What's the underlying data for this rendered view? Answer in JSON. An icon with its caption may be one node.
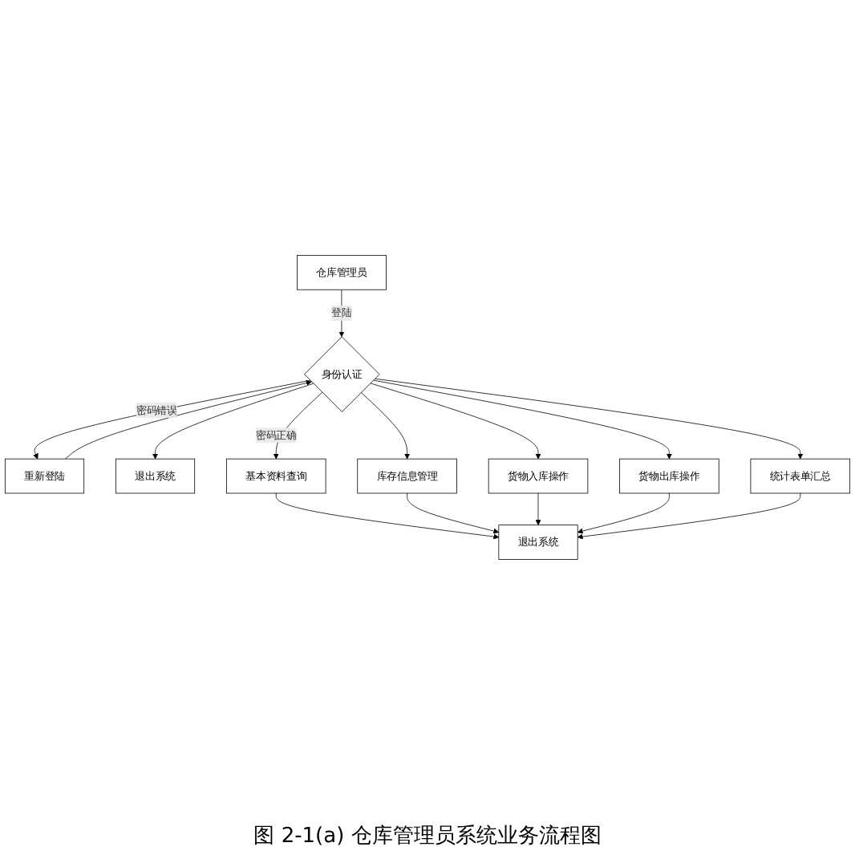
{
  "diagram": {
    "caption": "图 2-1(a) 仓库管理员系统业务流程图",
    "nodes": [
      {
        "text": [
          "仓库管理员"
        ]
      },
      {
        "text": [
          "身份认证"
        ]
      },
      {
        "text": [
          "重新登陆"
        ]
      },
      {
        "text": [
          "退出系统"
        ]
      },
      {
        "text": [
          "基本资料查询"
        ]
      },
      {
        "text": [
          "库存信息管理"
        ]
      },
      {
        "text": [
          "货物入库操作"
        ]
      },
      {
        "text": [
          "货物出库操作"
        ]
      },
      {
        "text": [
          "统计表单汇总"
        ]
      },
      {
        "text": [
          "退出系统"
        ]
      }
    ],
    "edges": [
      {
        "from": 0,
        "to": 1,
        "arrow": "to",
        "label": "登陆"
      },
      {
        "from": 1,
        "to": 2,
        "arrow": "to",
        "label": "密码错误"
      },
      {
        "from": 1,
        "to": 3,
        "arrow": "to"
      },
      {
        "from": 2,
        "to": 1,
        "arrow": "to"
      },
      {
        "from": 1,
        "to": 4,
        "arrow": "to",
        "label": "密码正确"
      },
      {
        "from": 1,
        "to": 5,
        "arrow": "to"
      },
      {
        "from": 1,
        "to": 6,
        "arrow": "to"
      },
      {
        "from": 1,
        "to": 7,
        "arrow": "to"
      },
      {
        "from": 1,
        "to": 8,
        "arrow": "to"
      },
      {
        "from": 4,
        "to": 9,
        "arrow": "to"
      },
      {
        "from": 5,
        "to": 9,
        "arrow": "to"
      },
      {
        "from": 6,
        "to": 9,
        "arrow": "to"
      },
      {
        "from": 7,
        "to": 9,
        "arrow": "to"
      },
      {
        "from": 8,
        "to": 9,
        "arrow": "to"
      }
    ]
  }
}
